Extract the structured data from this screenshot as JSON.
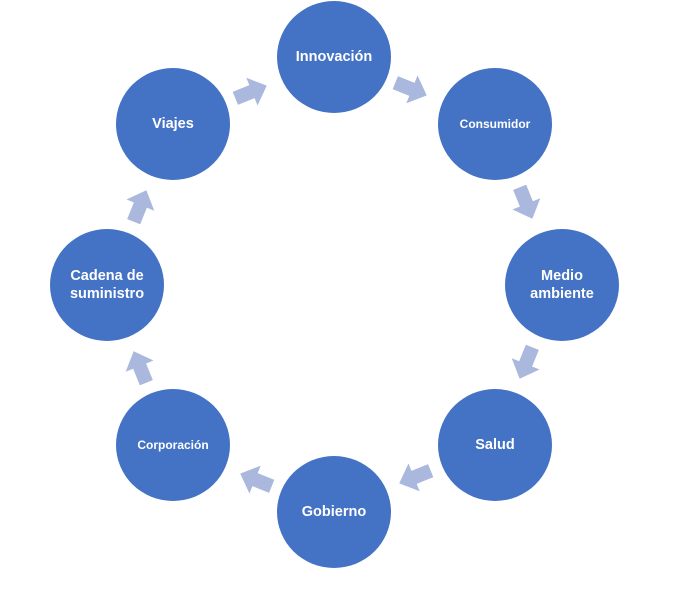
{
  "colors": {
    "node_fill": "#4472C4",
    "arrow_fill": "#A9B8DC",
    "label_color": "#FFFFFF"
  },
  "cycle": {
    "nodes": [
      {
        "id": "innovacion",
        "label": "Innovación"
      },
      {
        "id": "consumidor",
        "label": "Consumidor"
      },
      {
        "id": "medio-ambiente",
        "label": "Medio\nambiente"
      },
      {
        "id": "salud",
        "label": "Salud"
      },
      {
        "id": "gobierno",
        "label": "Gobierno"
      },
      {
        "id": "corporacion",
        "label": "Corporación"
      },
      {
        "id": "cadena-de-suministro",
        "label": "Cadena de\nsuministro"
      },
      {
        "id": "viajes",
        "label": "Viajes"
      }
    ],
    "arrow_icon": "right-arrow-icon"
  }
}
